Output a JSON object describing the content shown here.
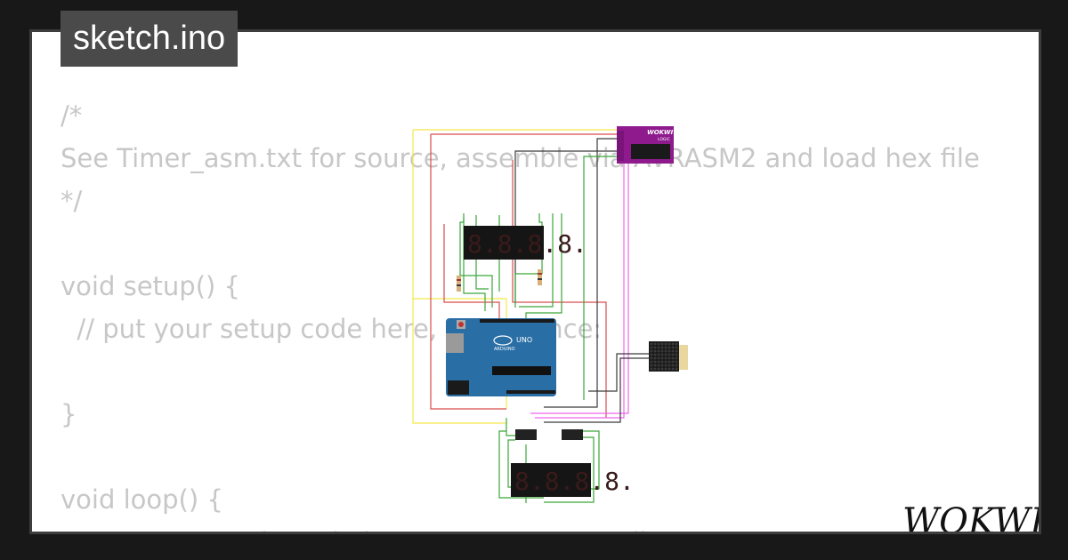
{
  "file": {
    "name": "sketch.ino"
  },
  "code_lines": [
    "/*",
    "See Timer_asm.txt for source, assemble via AVRASM2 and load hex file",
    "*/",
    "",
    "void setup() {",
    "  // put your setup code here, to run once:",
    "",
    "}",
    "",
    "void loop() {",
    "  // put your main code here, to run repeatedly:"
  ],
  "circuit": {
    "logic_analyzer": {
      "brand": "WOKWI",
      "label": "LOGIC",
      "color": "#8e1a8e"
    },
    "arduino": {
      "model": "UNO",
      "brand": "ARDUINO",
      "color": "#2a6ea6"
    },
    "segment_displays": [
      "8.8.8.8.",
      "8.8.8.8."
    ]
  },
  "brand": {
    "logo_text": "WOKWI"
  },
  "colors": {
    "background": "#181818",
    "frame_border": "#3d3d3d",
    "tab_background": "#4a4a4a",
    "code_text": "#c7c7c7"
  }
}
